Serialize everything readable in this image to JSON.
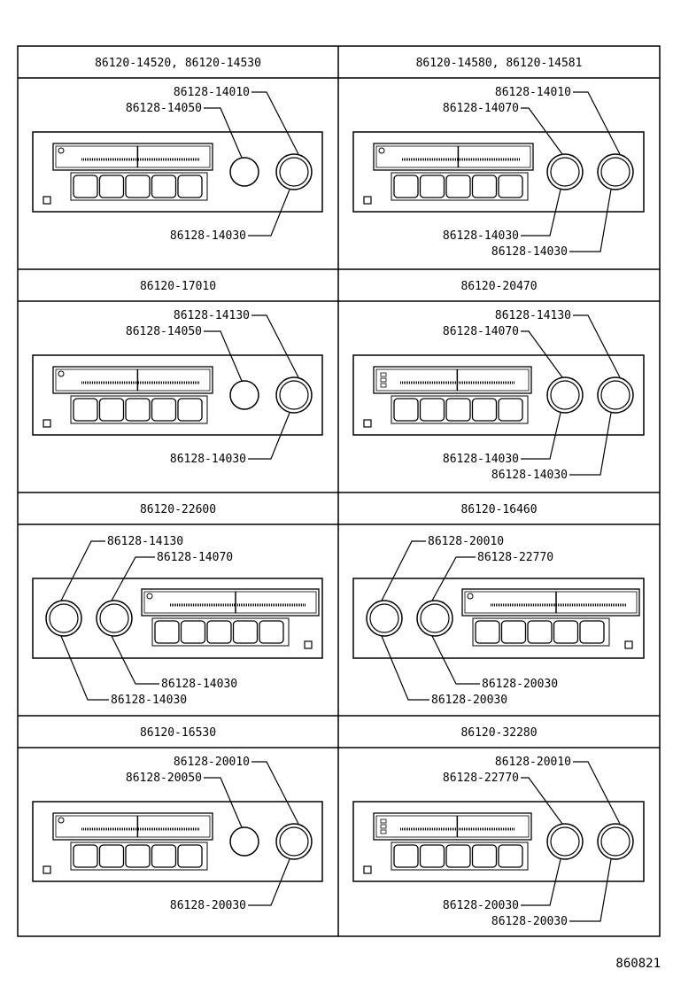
{
  "panels": [
    {
      "header": "86120-14520, 86120-14530",
      "variant": "single-knob-left-display",
      "callouts": {
        "a": "86128-14010",
        "b": "86128-14050",
        "c": "86128-14030"
      }
    },
    {
      "header": "86120-14580, 86120-14581",
      "variant": "double-knob-left-display",
      "callouts": {
        "a": "86128-14010",
        "b": "86128-14070",
        "c": "86128-14030",
        "d": "86128-14030"
      }
    },
    {
      "header": "86120-17010",
      "variant": "single-knob-left-display",
      "callouts": {
        "a": "86128-14130",
        "b": "86128-14050",
        "c": "86128-14030"
      }
    },
    {
      "header": "86120-20470",
      "variant": "double-knob-left-display",
      "callouts": {
        "a": "86128-14130",
        "b": "86128-14070",
        "c": "86128-14030",
        "d": "86128-14030"
      }
    },
    {
      "header": "86120-22600",
      "variant": "knobs-left-display-right",
      "callouts": {
        "a": "86128-14130",
        "b": "86128-14070",
        "c": "86128-14030",
        "d": "86128-14030"
      }
    },
    {
      "header": "86120-16460",
      "variant": "knobs-left-display-right",
      "callouts": {
        "a": "86128-20010",
        "b": "86128-22770",
        "c": "86128-20030",
        "d": "86128-20030"
      }
    },
    {
      "header": "86120-16530",
      "variant": "single-knob-left-display",
      "callouts": {
        "a": "86128-20010",
        "b": "86128-20050",
        "c": "86128-20030"
      }
    },
    {
      "header": "86120-32280",
      "variant": "double-knob-left-display",
      "callouts": {
        "a": "86128-20010",
        "b": "86128-22770",
        "c": "86128-20030",
        "d": "86128-20030"
      }
    }
  ],
  "reference_code": "860821"
}
